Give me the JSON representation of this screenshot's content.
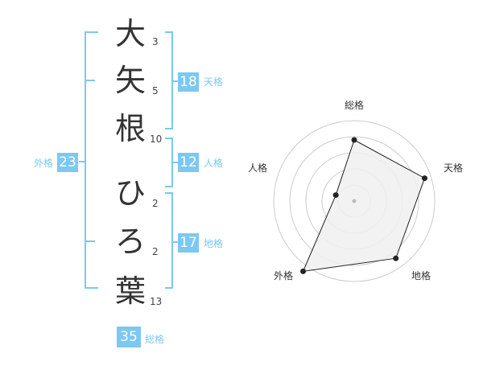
{
  "name": {
    "characters": [
      {
        "char": "大",
        "strokes": "3"
      },
      {
        "char": "矢",
        "strokes": "5"
      },
      {
        "char": "根",
        "strokes": "10"
      },
      {
        "char": "ひ",
        "strokes": "2"
      },
      {
        "char": "ろ",
        "strokes": "2"
      },
      {
        "char": "葉",
        "strokes": "13"
      }
    ]
  },
  "kaku": {
    "tenkaku": {
      "value": "18",
      "label": "天格"
    },
    "jinkaku": {
      "value": "12",
      "label": "人格"
    },
    "chikaku": {
      "value": "17",
      "label": "地格"
    },
    "gaikaku": {
      "value": "23",
      "label": "外格"
    },
    "soukaku": {
      "value": "35",
      "label": "総格"
    }
  },
  "colors": {
    "accent": "#7cc8f2",
    "radar_fill": "#f0f0f0",
    "radar_line": "#222222",
    "grid": "#cccccc"
  },
  "chart_data": {
    "type": "radar",
    "axes": [
      "総格",
      "天格",
      "地格",
      "外格",
      "人格"
    ],
    "values": [
      3.8,
      4.6,
      4.4,
      5.4,
      1.2
    ],
    "scale": [
      0,
      5
    ],
    "rings": 5,
    "grid": true
  }
}
